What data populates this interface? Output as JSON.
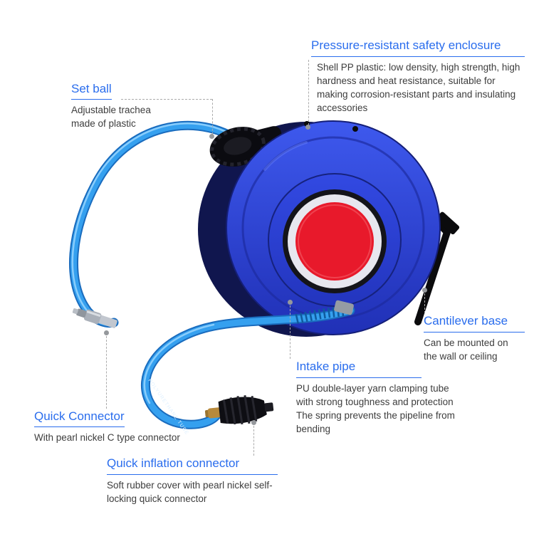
{
  "callouts": {
    "enclosure": {
      "title": "Pressure-resistant safety enclosure",
      "body": "Shell PP plastic: low density, high strength, high hardness and heat resistance, suitable for making corrosion-resistant parts and insulating accessories"
    },
    "set_ball": {
      "title": "Set ball",
      "body": "Adjustable trachea made of plastic"
    },
    "cantilever": {
      "title": "Cantilever base",
      "body": "Can be mounted on the wall or ceiling"
    },
    "intake": {
      "title": "Intake pipe",
      "body": "PU double-layer yarn clamping tube with strong toughness and protection The spring prevents the pipeline from bending"
    },
    "quick_connector": {
      "title": "Quick Connector",
      "body": "With pearl nickel C type connector"
    },
    "quick_inflation": {
      "title": "Quick inflation connector",
      "body": "Soft rubber cover with pearl nickel self-locking quick connector"
    }
  },
  "product": {
    "hose_print": "POLYURETHANE TUBE"
  },
  "colors": {
    "accent_blue": "#2a6ded",
    "housing_blue": "#2c41d8",
    "center_red": "#e8192b",
    "hose_blue": "#35a0ef",
    "leader_gray": "#ababab"
  }
}
